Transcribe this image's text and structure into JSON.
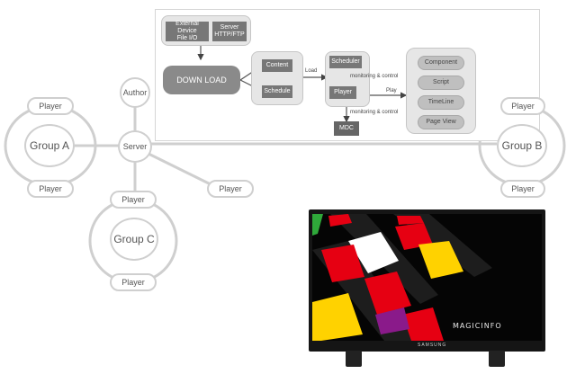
{
  "network": {
    "author": "Author",
    "server": "Server",
    "player": "Player",
    "groups": {
      "a": {
        "label": "Group A"
      },
      "b": {
        "label": "Group B"
      },
      "c": {
        "label": "Group C"
      }
    }
  },
  "flow": {
    "external_device": "External Device\nFile I/O",
    "server_proto": "Server\nHTTP/FTP",
    "download": "DOWN LOAD",
    "content": "Content",
    "schedule": "Schedule",
    "load": "Load",
    "scheduler": "Scheduler",
    "monitoring_1": "monitoring & control",
    "player": "Player",
    "monitoring_2": "monitoring & control",
    "mdc": "MDC",
    "play": "Play",
    "component": "Component",
    "script": "Script",
    "timeline": "TimeLine",
    "page_view": "Page View"
  },
  "monitor": {
    "logo": "MAGICINFO",
    "brand": "SAMSUNG"
  },
  "colors": {
    "line": "#cfcfcf",
    "panel_dark": "#777777",
    "panel_light": "#bfbfbf",
    "cube_red": "#e60012",
    "cube_yellow": "#ffd200",
    "cube_white": "#ffffff"
  }
}
